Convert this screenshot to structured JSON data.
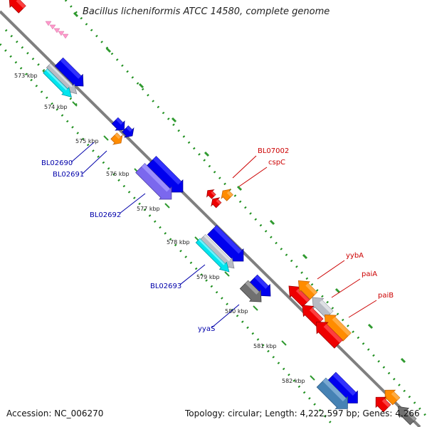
{
  "title": "Bacillus licheniformis ATCC 14580, complete genome",
  "accession": "Accession: NC_006270",
  "topology": "Topology: circular; Length: 4,222,597 bp; Genes: 4,266",
  "colors": {
    "backbone": "#7f7f7f",
    "dots": "#1e8f1e",
    "dash": "#2f9a2f",
    "forward_label": "#0000aa",
    "reverse_label": "#cc0000",
    "tick_text": "#222222"
  },
  "ticks": [
    {
      "kbp": 573,
      "label": "573 kbp"
    },
    {
      "kbp": 574,
      "label": "574 kbp"
    },
    {
      "kbp": 575,
      "label": "575 kbp"
    },
    {
      "kbp": 576,
      "label": "576 kbp"
    },
    {
      "kbp": 577,
      "label": "577 kbp"
    },
    {
      "kbp": 578,
      "label": "578 kbp"
    },
    {
      "kbp": 579,
      "label": "579 kbp"
    },
    {
      "kbp": 580,
      "label": "580 kbp"
    },
    {
      "kbp": 581,
      "label": "581 kbp"
    },
    {
      "kbp": 582,
      "label": "582 kbp"
    }
  ],
  "forward_genes": [
    {
      "name": "BL02690",
      "color": "blue"
    },
    {
      "name": "BL02691",
      "color": "orange"
    },
    {
      "name": "BL02692",
      "color": "purple"
    },
    {
      "name": "BL02693",
      "color": "cyan"
    },
    {
      "name": "yyaS",
      "color": "gray"
    }
  ],
  "reverse_genes": [
    {
      "name": "BL07002",
      "color": "red"
    },
    {
      "name": "cspC",
      "color": "orange"
    },
    {
      "name": "yybA",
      "color": "orange"
    },
    {
      "name": "paiA",
      "color": "red"
    },
    {
      "name": "paiB",
      "color": "orange"
    }
  ]
}
